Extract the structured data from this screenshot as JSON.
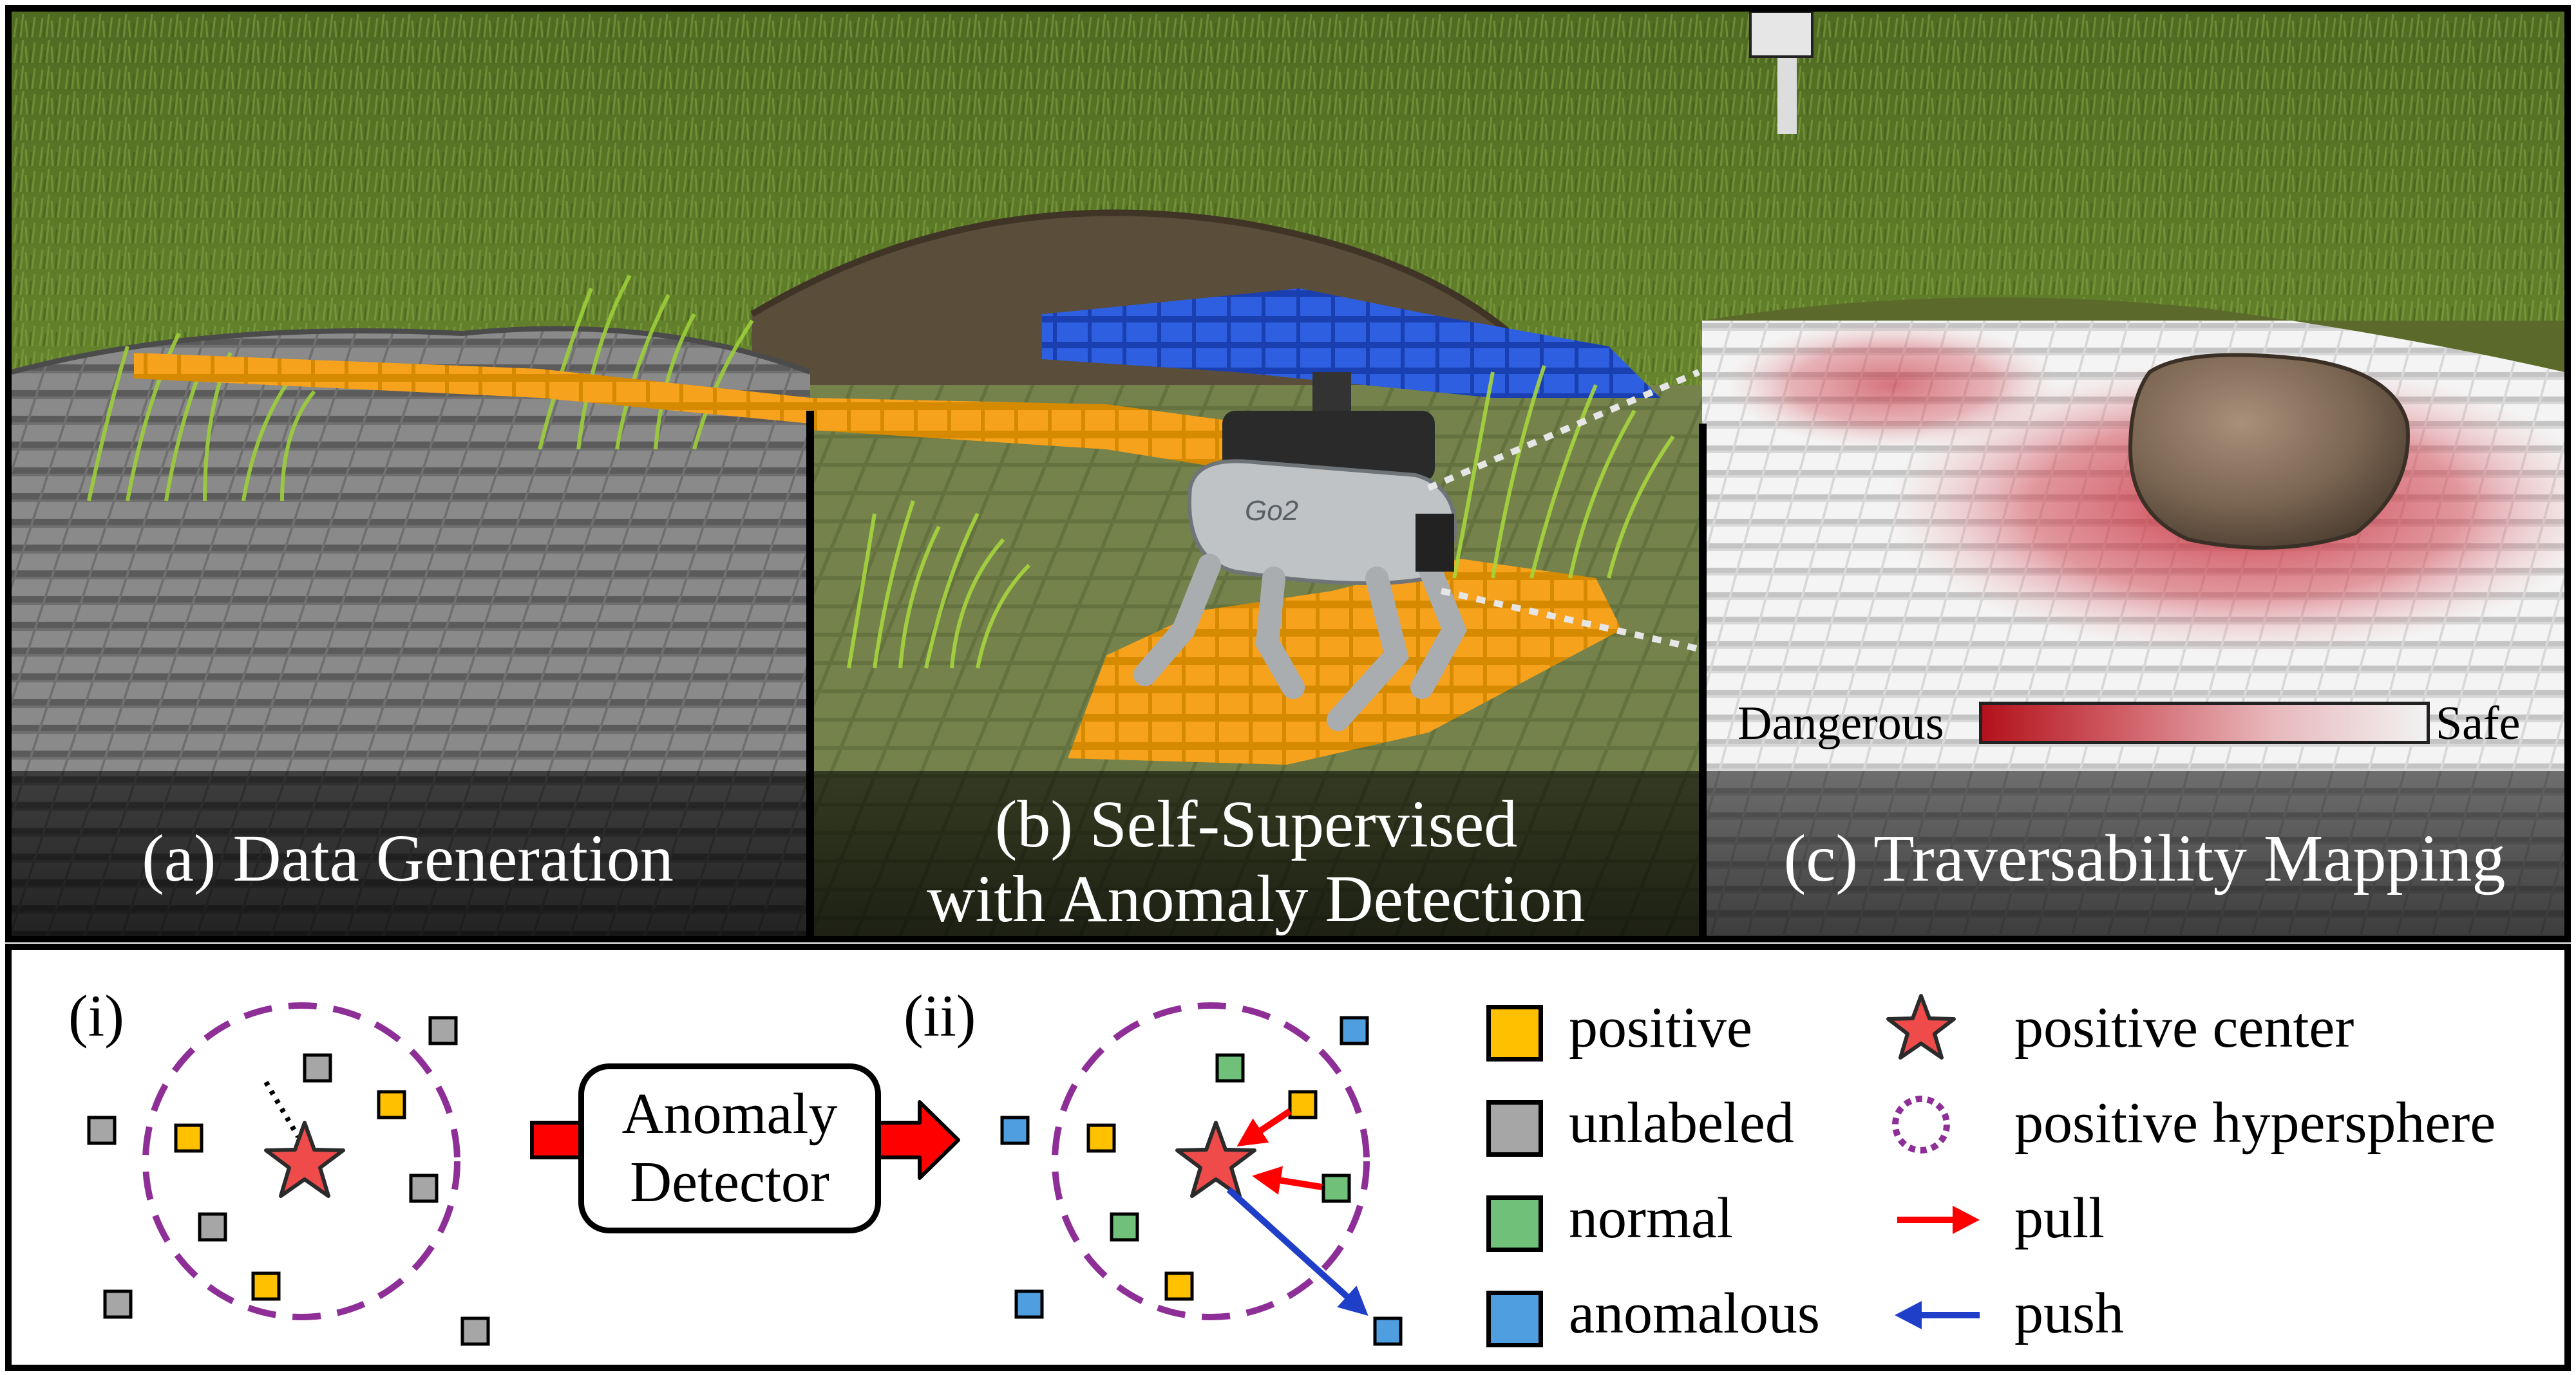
{
  "panels": {
    "a": {
      "caption": "(a) Data Generation"
    },
    "b": {
      "caption_line1": "(b) Self-Supervised",
      "caption_line2": "with Anomaly Detection",
      "robot_badge": "Go2"
    },
    "c": {
      "caption": "(c) Traversability Mapping",
      "scale_low": "Dangerous",
      "scale_high": "Safe"
    }
  },
  "schematic": {
    "label_i": "(i)",
    "label_ii": "(ii)",
    "detector_line1": "Anomaly",
    "detector_line2": "Detector"
  },
  "legend": {
    "positive": "positive",
    "unlabeled": "unlabeled",
    "normal": "normal",
    "anomalous": "anomalous",
    "positive_center": "positive center",
    "positive_hypersphere": "positive hypersphere",
    "pull": "pull",
    "push": "push"
  },
  "colors": {
    "positive": "#ffc000",
    "unlabeled": "#a6a6a6",
    "normal": "#70c07a",
    "anomalous": "#4f9ee0",
    "star": "#ef4b4b",
    "hypersphere": "#8e2f98",
    "pull": "#ff0000",
    "push": "#1f3fc8",
    "danger": "#b3121b",
    "safe": "#f2f2f2"
  }
}
